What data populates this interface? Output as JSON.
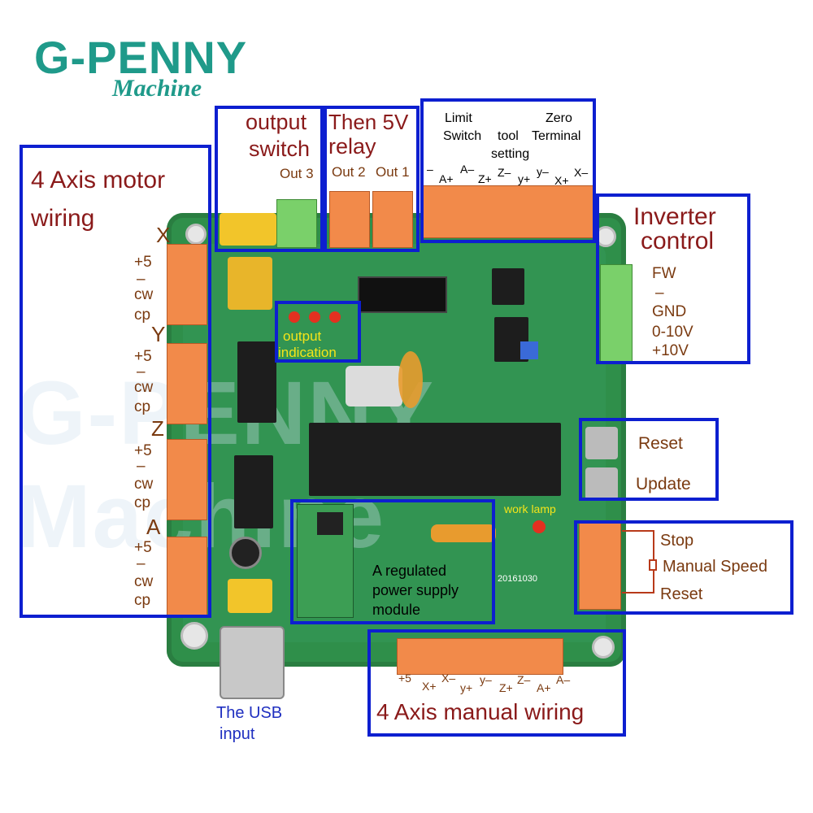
{
  "brand": {
    "name": "G-PENNY",
    "sub": "Machine"
  },
  "watermark": "G-PENNY Machine",
  "motor_wiring": {
    "title_line1": "4 Axis motor",
    "title_line2": "wiring",
    "axes": [
      {
        "name": "X",
        "pins": [
          "+5",
          "–",
          "cw",
          "cp"
        ]
      },
      {
        "name": "Y",
        "pins": [
          "+5",
          "–",
          "cw",
          "cp"
        ]
      },
      {
        "name": "Z",
        "pins": [
          "+5",
          "–",
          "cw",
          "cp"
        ]
      },
      {
        "name": "A",
        "pins": [
          "+5",
          "–",
          "cw",
          "cp"
        ]
      }
    ]
  },
  "output_switch": {
    "line1": "output",
    "line2": "switch",
    "out": "Out 3"
  },
  "relay": {
    "line1": "Then 5V",
    "line2": "relay",
    "out2": "Out 2",
    "out1": "Out 1"
  },
  "limit": {
    "limit_line1": "Limit",
    "limit_line2": "Switch",
    "tool_line1": "tool",
    "tool_line2": "setting",
    "zero_line1": "Zero",
    "zero_line2": "Terminal",
    "pins": [
      "–",
      "A+",
      "A–",
      "Z+",
      "Z–",
      "y+",
      "y–",
      "X+",
      "X–"
    ]
  },
  "inverter": {
    "line1": "Inverter",
    "line2": "control",
    "pins": [
      "FW",
      "–",
      "GND",
      "0-10V",
      "+10V"
    ]
  },
  "output_indication": {
    "line1": "output",
    "line2": "indication"
  },
  "buttons": {
    "reset": "Reset",
    "update": "Update"
  },
  "work_lamp": "work lamp",
  "speed": {
    "stop": "Stop",
    "manual": "Manual Speed",
    "reset": "Reset"
  },
  "power": {
    "line1": "A regulated",
    "line2": "power supply",
    "line3": "module"
  },
  "board_code": "20161030",
  "usb": {
    "line1": "The USB",
    "line2": "input"
  },
  "manual_wiring": {
    "title": "4 Axis manual wiring",
    "pins": [
      "+5",
      "X+",
      "X–",
      "y+",
      "y–",
      "Z+",
      "Z–",
      "A+",
      "A–"
    ]
  },
  "colors": {
    "box": "#0d1fd0",
    "board": "#2f8f4a",
    "brand": "#1f9a8a",
    "connector": "#f28a4a"
  }
}
